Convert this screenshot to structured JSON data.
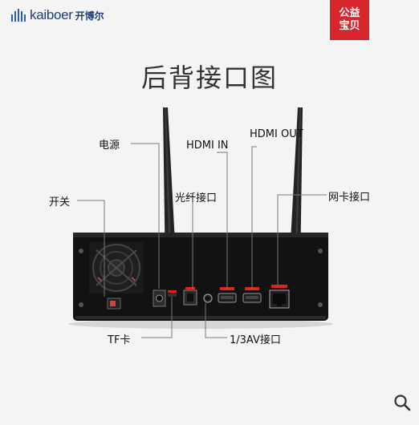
{
  "brand": {
    "name": "kaiboer",
    "cn": "开博尔"
  },
  "badge": {
    "line1": "公益",
    "line2": "宝贝"
  },
  "title": "后背接口图",
  "labels": {
    "power": "电源",
    "switch": "开关",
    "hdmi_in": "HDMI IN",
    "hdmi_out": "HDMI OUT",
    "optical": "光纤接口",
    "network": "网卡接口",
    "tf": "TF卡",
    "av": "1/3AV接口"
  },
  "colors": {
    "brand": "#1d3e7a",
    "badge": "#d8262d",
    "device": "#141414",
    "port_marker": "#e0241f"
  },
  "icons": {
    "zoom": "magnifier-icon"
  }
}
